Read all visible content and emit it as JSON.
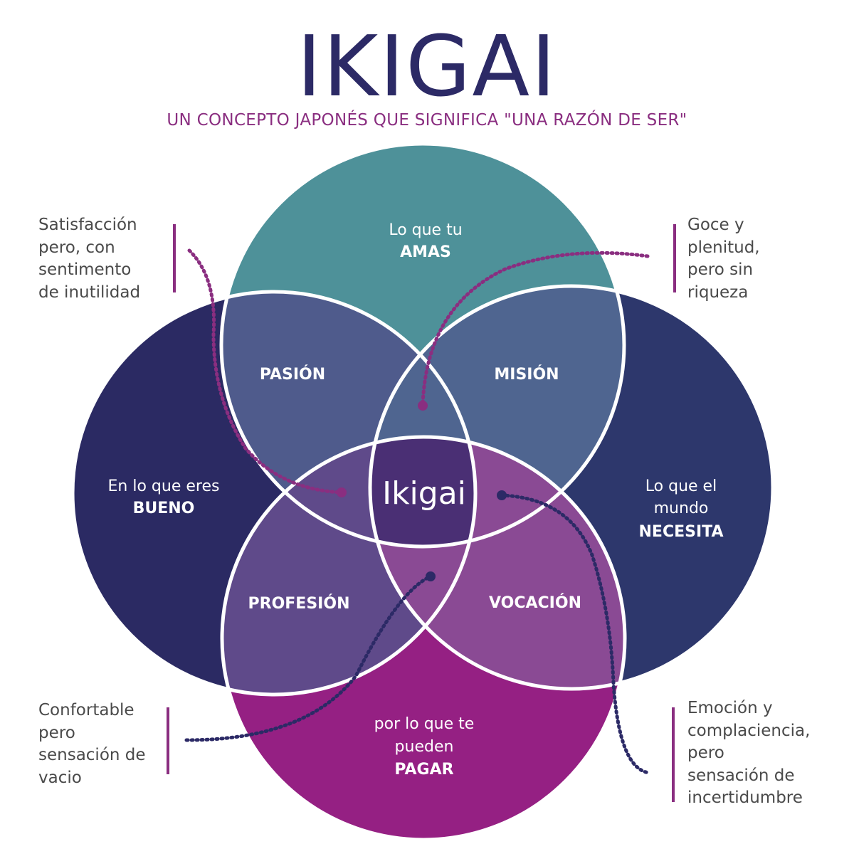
{
  "title": "IKIGAI",
  "subtitle": "UN CONCEPTO JAPONÉS QUE SIGNIFICA \"UNA RAZÓN DE SER\"",
  "colors": {
    "love": "#4e9199",
    "good": "#2b2a63",
    "world": "#2d376c",
    "paid": "#952083",
    "pasion": "#4f5b8c",
    "mision": "#4f6590",
    "profesion": "#5f4a8a",
    "vocacion": "#8a4a94",
    "center": "#4a2f74",
    "title": "#2c2a66",
    "subtitle": "#8a2e80"
  },
  "circles": {
    "love": {
      "line1": "Lo que tu",
      "line2": "AMAS"
    },
    "good": {
      "line1": "En lo que eres",
      "line2": "BUENO"
    },
    "world": {
      "line1": "Lo que el",
      "line2": "mundo",
      "line3": "NECESITA"
    },
    "paid": {
      "line1": "por lo que te",
      "line2": "pueden",
      "line3": "PAGAR"
    }
  },
  "overlaps": {
    "pasion": "PASIÓN",
    "mision": "MISIÓN",
    "profesion": "PROFESIÓN",
    "vocacion": "VOCACIÓN",
    "center": "Ikigai"
  },
  "notes": {
    "top_left": [
      "Satisfacción",
      "pero, con",
      "sentimento",
      "de inutilidad"
    ],
    "top_right": [
      "Goce y",
      "plenitud,",
      "pero sin",
      "riqueza"
    ],
    "bottom_left": [
      "Confortable",
      "pero",
      "sensación de",
      "vacio"
    ],
    "bottom_right": [
      "Emoción y",
      "complaciencia,",
      "pero",
      "sensación de",
      "incertidumbre"
    ]
  }
}
